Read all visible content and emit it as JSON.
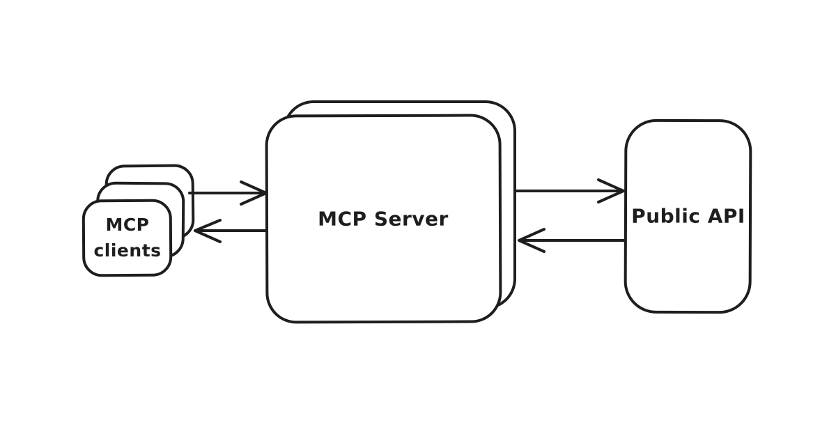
{
  "diagram": {
    "background_color": "#ffffff",
    "stroke_color": "#1e1e1e",
    "style": "hand-drawn sketch (Excalidraw-like)",
    "nodes": {
      "mcp_clients": {
        "label": "MCP clients",
        "label_line1": "MCP",
        "label_line2": "clients",
        "shape": "stack of 3 rounded rectangles"
      },
      "mcp_server": {
        "label": "MCP Server",
        "shape": "stack of 2 rounded rectangles"
      },
      "public_api": {
        "label": "Public API",
        "shape": "rounded rectangle"
      }
    },
    "edges": [
      {
        "from": "mcp_clients",
        "to": "mcp_server",
        "arrow": "right"
      },
      {
        "from": "mcp_server",
        "to": "mcp_clients",
        "arrow": "left"
      },
      {
        "from": "mcp_server",
        "to": "public_api",
        "arrow": "right"
      },
      {
        "from": "public_api",
        "to": "mcp_server",
        "arrow": "left"
      }
    ]
  }
}
